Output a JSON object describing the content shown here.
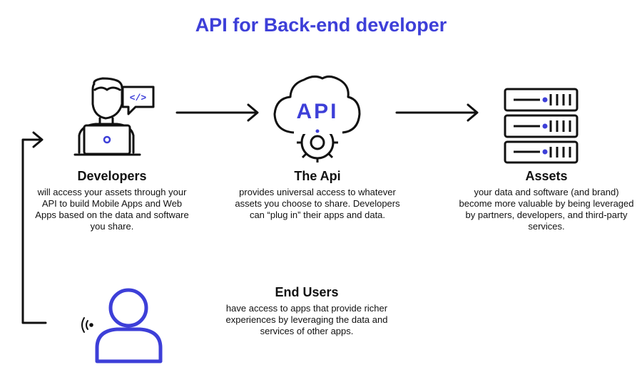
{
  "title": "API for Back-end developer",
  "accent_color": "#3d3fd8",
  "nodes": {
    "developers": {
      "icon": "developer-with-laptop-and-code-bubble-icon",
      "code_glyph": "</>",
      "label": "Developers",
      "description": "will access your assets through your API to build Mobile Apps and Web Apps based on the data and software you share."
    },
    "api": {
      "icon": "api-cloud-gear-icon",
      "icon_text": "API",
      "label": "The Api",
      "description": "provides universal access to whatever assets you choose to share. Developers can “plug in” their apps and data."
    },
    "assets": {
      "icon": "server-rack-icon",
      "label": "Assets",
      "description": "your data and software (and brand) become more valuable by being leveraged by partners, developers, and third-party services."
    },
    "end_users": {
      "icon": "user-with-signal-icon",
      "label": "End Users",
      "description": "have access to apps that provide richer experiences by leveraging the data and services of other apps."
    }
  },
  "edges": [
    {
      "from": "Developers",
      "to": "The Api"
    },
    {
      "from": "The Api",
      "to": "Assets"
    },
    {
      "from": "End Users",
      "to": "Developers"
    }
  ]
}
